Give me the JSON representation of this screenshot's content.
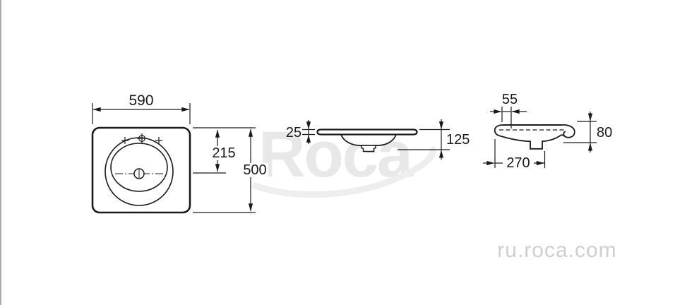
{
  "watermark": {
    "logo_text": "Roca",
    "site_url": "ru.roca.com"
  },
  "colors": {
    "background": "#ffffff",
    "line": "#1a1a1a",
    "watermark_logo": "#e8e8e8",
    "watermark_swoosh": "#eeeeee",
    "watermark_url": "#cfcfcf",
    "page_edge": "#aaaaaa"
  },
  "dimensions": {
    "top_width": "590",
    "top_rim_to_drain": "215",
    "top_depth": "500",
    "front_rim_thickness": "25",
    "front_basin_depth": "125",
    "side_front_edge": "55",
    "side_rim_height": "80",
    "side_drain_offset": "270"
  }
}
